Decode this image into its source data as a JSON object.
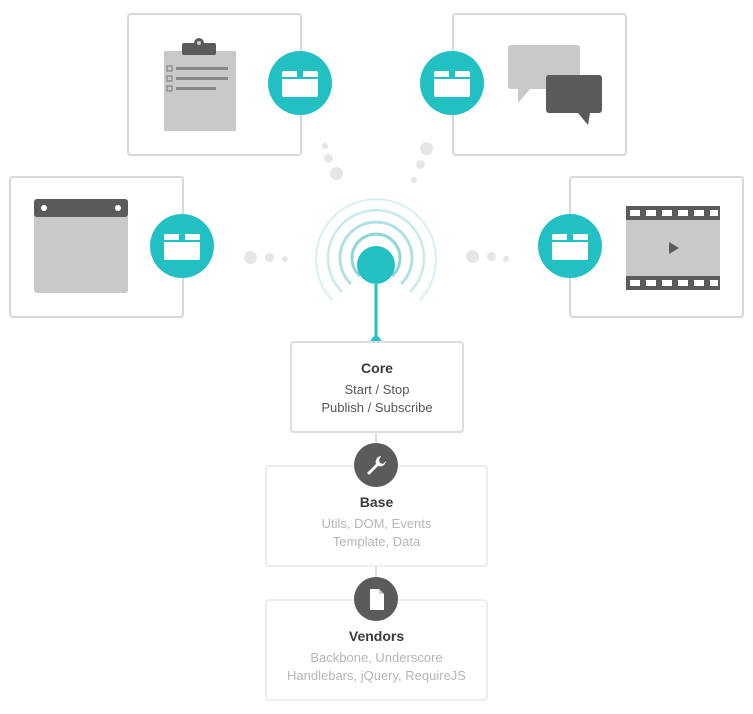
{
  "colors": {
    "accent": "#22c0c3",
    "accent_light": "#bfe9ea",
    "card_border": "#dddddd",
    "icon_gray": "#c9c9c9",
    "icon_dark": "#5b5b5b",
    "text_dark": "#3a3a3a",
    "text_muted": "#b5b5b5"
  },
  "modules": [
    {
      "name": "clipboard-module",
      "icon": "clipboard-icon",
      "badge_icon": "package-box-icon"
    },
    {
      "name": "chat-module",
      "icon": "chat-bubbles-icon",
      "badge_icon": "package-box-icon"
    },
    {
      "name": "browser-window-module",
      "icon": "browser-window-icon",
      "badge_icon": "package-box-icon"
    },
    {
      "name": "video-module",
      "icon": "film-strip-icon",
      "badge_icon": "package-box-icon"
    }
  ],
  "hub": {
    "icon": "broadcast-signal-icon"
  },
  "layers": {
    "core": {
      "title": "Core",
      "line1": "Start / Stop",
      "line2": "Publish / Subscribe"
    },
    "base": {
      "title": "Base",
      "line1": "Utils, DOM, Events",
      "line2": "Template, Data",
      "icon": "wrench-icon"
    },
    "vendors": {
      "title": "Vendors",
      "line1": "Backbone, Underscore",
      "line2": "Handlebars, jQuery, RequireJS",
      "icon": "document-icon"
    }
  }
}
